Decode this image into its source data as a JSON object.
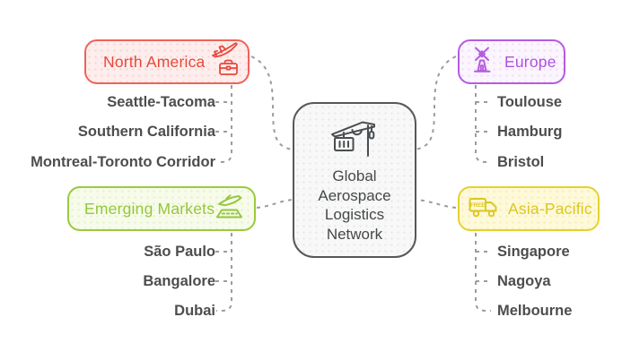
{
  "center": {
    "title": "Global Aerospace Logistics Network",
    "lines": [
      "Global",
      "Aerospace",
      "Logistics",
      "Network"
    ],
    "icon": "container-crane-icon",
    "border_color": "#54585a",
    "fill_color": "#f8f8f8",
    "text_color": "#454849"
  },
  "branches": [
    {
      "id": "north-america",
      "label": "North America",
      "icons": [
        "airplane-icon",
        "briefcase-icon"
      ],
      "accent_color": "#e8483b",
      "border_color": "#f0625a",
      "fill_color": "#fdeeed",
      "children": [
        "Seattle-Tacoma",
        "Southern California",
        "Montreal-Toronto Corridor"
      ]
    },
    {
      "id": "europe",
      "label": "Europe",
      "icons": [
        "windmill-icon"
      ],
      "accent_color": "#b050e0",
      "border_color": "#b55ce0",
      "fill_color": "#fbf5fe",
      "children": [
        "Toulouse",
        "Hamburg",
        "Bristol"
      ]
    },
    {
      "id": "emerging-markets",
      "label": "Emerging Markets",
      "icons": [
        "flight-takeoff-icon"
      ],
      "accent_color": "#94c73d",
      "border_color": "#9bca3e",
      "fill_color": "#f7fbea",
      "children": [
        "São Paulo",
        "Bangalore",
        "Dubai"
      ]
    },
    {
      "id": "asia-pacific",
      "label": "Asia-Pacific",
      "icons": [
        "free-shipping-truck-icon"
      ],
      "icon_text": "FREE",
      "accent_color": "#ddc71f",
      "border_color": "#e3d32c",
      "fill_color": "#fdf9d9",
      "children": [
        "Singapore",
        "Nagoya",
        "Melbourne"
      ]
    }
  ],
  "connector": {
    "color": "#9c9c9c",
    "style": "dashed"
  },
  "child_text_color": "#4d4d4d"
}
